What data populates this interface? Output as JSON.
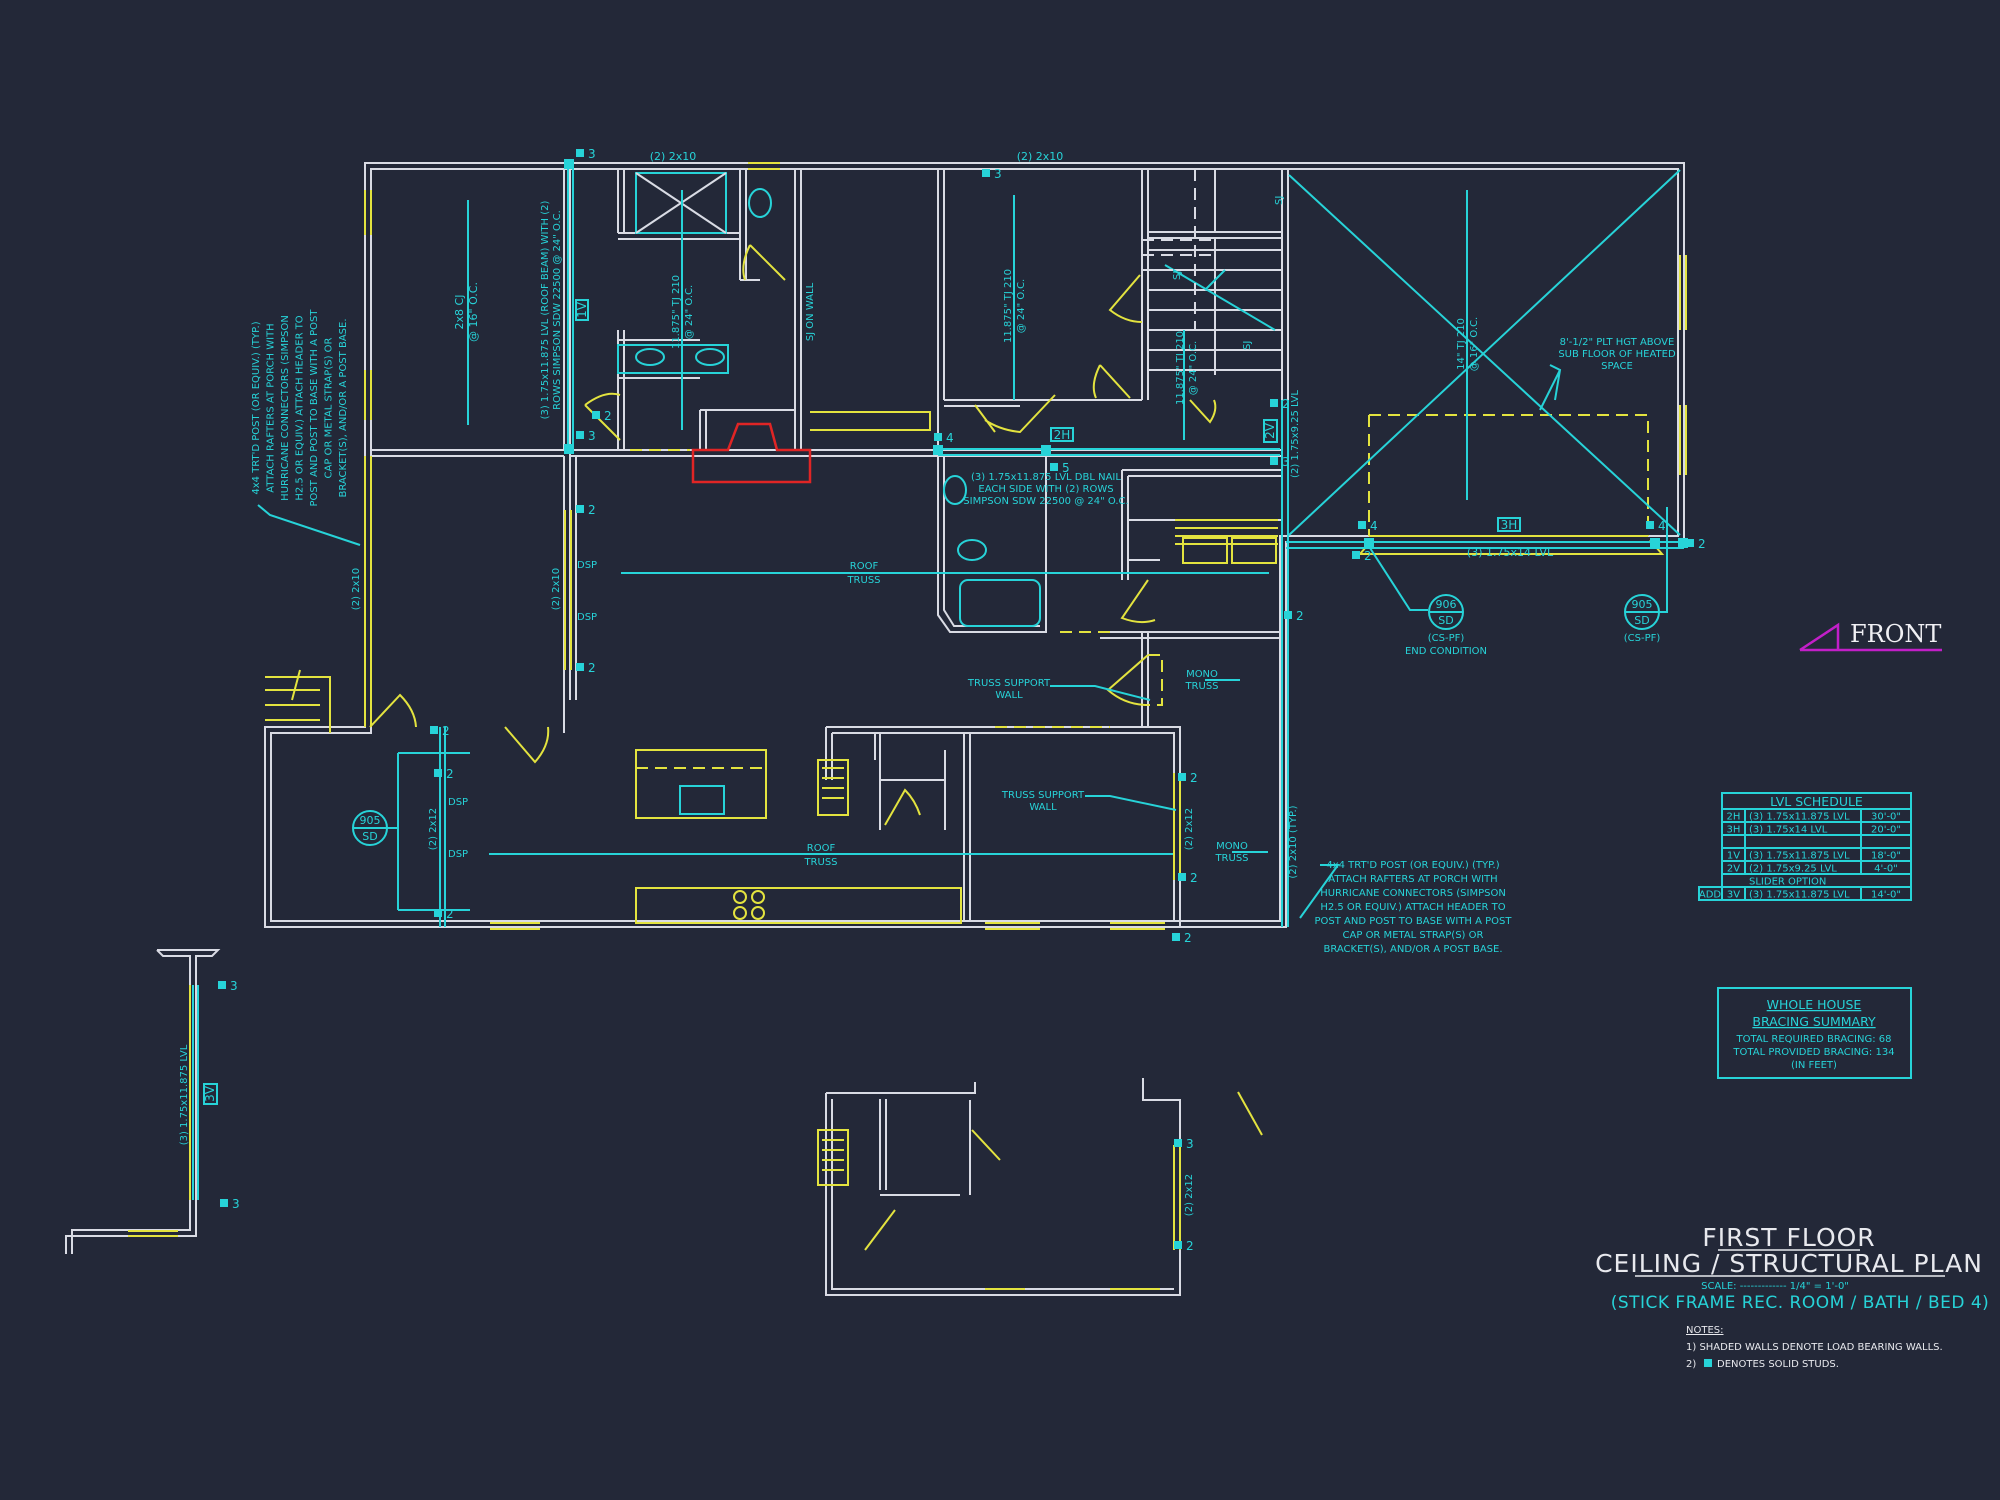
{
  "colors": {
    "background": "#232838",
    "walls": "#d9dbe4",
    "structural": "#27d3d8",
    "bearing_walls": "#e3e33f",
    "fireplace": "#e02525",
    "front_marker": "#c21fc8"
  },
  "labels": {
    "header_top_left": "(2) 2x10",
    "header_top_mid": "(2) 2x10",
    "cj_left_1": "2x8 CJ",
    "cj_left_2": "@ 16\" O.C.",
    "roof_beam_1": "(3) 1.75x11.875 LVL (ROOF BEAM) WITH (2)",
    "roof_beam_2": "ROWS SIMPSON SDW 22500 @ 24\" O.C.",
    "tag_1v": "1V",
    "tj_bath_1": "11.875\" TJ 210",
    "tj_bath_2": "@ 24\" O.C.",
    "sj_on_wall": "SJ ON WALL",
    "tj_bed_1": "11.875\" TJ 210",
    "tj_bed_2": "@ 24\" O.C.",
    "tj_closet_1": "11.875\" TJ 210",
    "tj_closet_2": "@ 24\" O.C.",
    "sj_1": "SJ",
    "sj_2": "SJ",
    "sj_3": "SJ",
    "lvl_stair": "(2) 1.75x9.25 LVL",
    "tag_2v": "2V",
    "tag_2h": "2H",
    "dbl_nail_1": "(3) 1.75x11.875 LVL DBL NAIL",
    "dbl_nail_2": "EACH SIDE WITH (2) ROWS",
    "dbl_nail_3": "SIMPSON SDW 22500 @ 24\" O.C.",
    "tj_garage_1": "14\" TJ 210",
    "tj_garage_2": "@ 16\" O.C.",
    "plt_hgt_1": "8'-1/2\" PLT HGT ABOVE",
    "plt_hgt_2": "SUB FLOOR OF HEATED",
    "plt_hgt_3": "SPACE",
    "tag_3h": "3H",
    "garage_lvl": "(3) 1.75x14 LVL",
    "detail_906_top": "906",
    "detail_906_bottom": "SD",
    "detail_906_note": "(CS-PF)",
    "detail_906_note2": "END CONDITION",
    "detail_905r_top": "905",
    "detail_905r_bottom": "SD",
    "detail_905r_note": "(CS-PF)",
    "detail_905l_top": "905",
    "detail_905l_bottom": "SD",
    "front": "FRONT",
    "roof_truss_upper_1": "ROOF",
    "roof_truss_upper_2": "TRUSS",
    "roof_truss_lower_1": "ROOF",
    "roof_truss_lower_2": "TRUSS",
    "dsp_1": "DSP",
    "dsp_2": "DSP",
    "dsp_3": "DSP",
    "dsp_4": "DSP",
    "header_living": "(2) 2x10",
    "header_left_wall": "(2) 2x10",
    "header_porch": "(2) 2x12",
    "header_family": "(2) 2x12",
    "header_right_typ": "(2) 2x10 (TYP.)",
    "header_lower_plan": "(2) 2x12",
    "truss_support_1a": "TRUSS SUPPORT",
    "truss_support_1b": "WALL",
    "truss_support_2a": "TRUSS SUPPORT",
    "truss_support_2b": "WALL",
    "mono_truss_1a": "MONO",
    "mono_truss_1b": "TRUSS",
    "mono_truss_2a": "MONO",
    "mono_truss_2b": "TRUSS",
    "lvl_small_plan": "(3) 1.75x11.875 LVL",
    "tag_3v": "3V"
  },
  "stud_counts": [
    "3",
    "3",
    "3",
    "3",
    "2",
    "2",
    "2",
    "2",
    "2",
    "2",
    "2",
    "2",
    "2",
    "4",
    "5",
    "2",
    "3",
    "4",
    "4",
    "2",
    "2",
    "3",
    "3",
    "2",
    "2"
  ],
  "porch_note_left": [
    "4x4 TRT'D POST (OR EQUIV.) (TYP.)",
    "ATTACH RAFTERS AT PORCH WITH",
    "HURRICANE CONNECTORS (SIMPSON",
    "H2.5 OR EQUIV.) ATTACH HEADER TO",
    "POST AND POST TO BASE WITH A POST",
    "CAP OR METAL STRAP(S) OR",
    "BRACKET(S), AND/OR A POST BASE."
  ],
  "porch_note_right": [
    "4x4 TRT'D POST (OR EQUIV.) (TYP.)",
    "ATTACH RAFTERS AT PORCH WITH",
    "HURRICANE CONNECTORS (SIMPSON",
    "H2.5 OR EQUIV.) ATTACH HEADER TO",
    "POST AND POST TO BASE WITH A POST",
    "CAP OR METAL STRAP(S) OR",
    "BRACKET(S), AND/OR A POST BASE."
  ],
  "lvl_schedule": {
    "title": "LVL SCHEDULE",
    "rows": [
      {
        "prefix": "",
        "mark": "2H",
        "member": "(3) 1.75x11.875 LVL",
        "length": "30'-0\""
      },
      {
        "prefix": "",
        "mark": "3H",
        "member": "(3) 1.75x14 LVL",
        "length": "20'-0\""
      },
      {
        "prefix": "",
        "mark": "",
        "member": "",
        "length": ""
      },
      {
        "prefix": "",
        "mark": "1V",
        "member": "(3) 1.75x11.875 LVL",
        "length": "18'-0\""
      },
      {
        "prefix": "",
        "mark": "2V",
        "member": "(2) 1.75x9.25 LVL",
        "length": "4'-0\""
      },
      {
        "prefix": "",
        "mark": "",
        "member": "SLIDER OPTION",
        "length": ""
      },
      {
        "prefix": "ADD",
        "mark": "3V",
        "member": "(3) 1.75x11.875 LVL",
        "length": "14'-0\""
      }
    ]
  },
  "bracing_summary": {
    "title_1": "WHOLE HOUSE",
    "title_2": "BRACING SUMMARY",
    "required": "TOTAL REQUIRED BRACING: 68",
    "provided": "TOTAL PROVIDED BRACING: 134",
    "units": "(IN FEET)"
  },
  "title_block": {
    "title_1": "FIRST FLOOR",
    "title_2": "CEILING / STRUCTURAL PLAN",
    "scale": "SCALE: ------------- 1/4\" = 1'-0\"",
    "subtitle": "(STICK FRAME REC. ROOM / BATH / BED 4)",
    "notes_heading": "NOTES:",
    "note_1": "1) SHADED WALLS DENOTE LOAD BEARING WALLS.",
    "note_2_prefix": "2)",
    "note_2": "DENOTES SOLID STUDS."
  }
}
